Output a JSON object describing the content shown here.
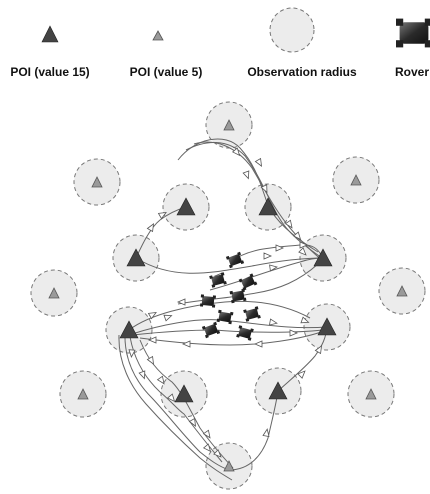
{
  "legend": {
    "poi_large_label": "POI (value 15)",
    "poi_small_label": "POI (value 5)",
    "observation_label": "Observation radius",
    "rover_label": "Rover"
  },
  "colors": {
    "poi_large": "#444444",
    "poi_small": "#9a9a9a",
    "observation_fill": "#ececec",
    "rover": "#333333",
    "path": "#666666"
  },
  "icons": [
    "large-triangle-icon",
    "small-triangle-icon",
    "dashed-circle-icon",
    "rover-icon"
  ]
}
